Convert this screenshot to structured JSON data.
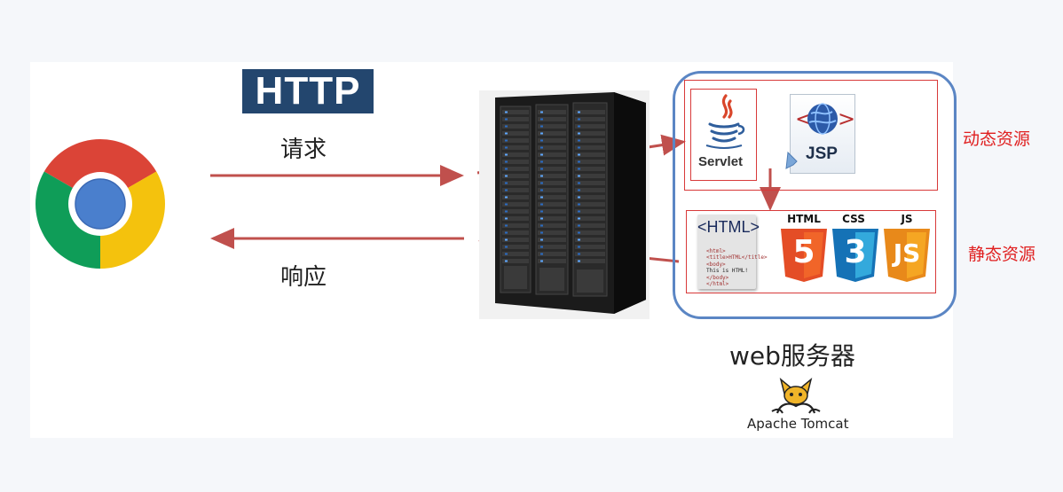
{
  "title_badge": "HTTP",
  "request_label": "请求",
  "response_label": "响应",
  "dynamic_label": "动态资源",
  "static_label": "静态资源",
  "web_server_label": "web服务器",
  "tomcat_label": "Apache Tomcat",
  "servlet_label": "Servlet",
  "jsp_label": "JSP",
  "html_doc": {
    "title": "<HTML>",
    "lines": [
      "<html>",
      "<title>HTML</title>",
      "<body>",
      "This is HTML!",
      "</body>",
      "</html>"
    ]
  },
  "tech_logos": {
    "html_caption": "HTML",
    "css_caption": "CSS",
    "js_caption": "JS",
    "html_num": "5",
    "css_num": "3",
    "js_num": "JS"
  },
  "colors": {
    "arrow": "#c0504d",
    "frame": "#5b86c4",
    "highlight_box": "#d83a3a",
    "badge_bg": "#23466e",
    "html5_orange": "#e44d26",
    "css3_blue": "#1572b6",
    "js_orange": "#f0931e"
  },
  "icons": [
    "chrome-icon",
    "server-rack-icon",
    "java-icon",
    "jsp-globe-icon",
    "html-document-icon",
    "html5-shield-icon",
    "css3-shield-icon",
    "js-shield-icon",
    "tomcat-cat-icon"
  ]
}
